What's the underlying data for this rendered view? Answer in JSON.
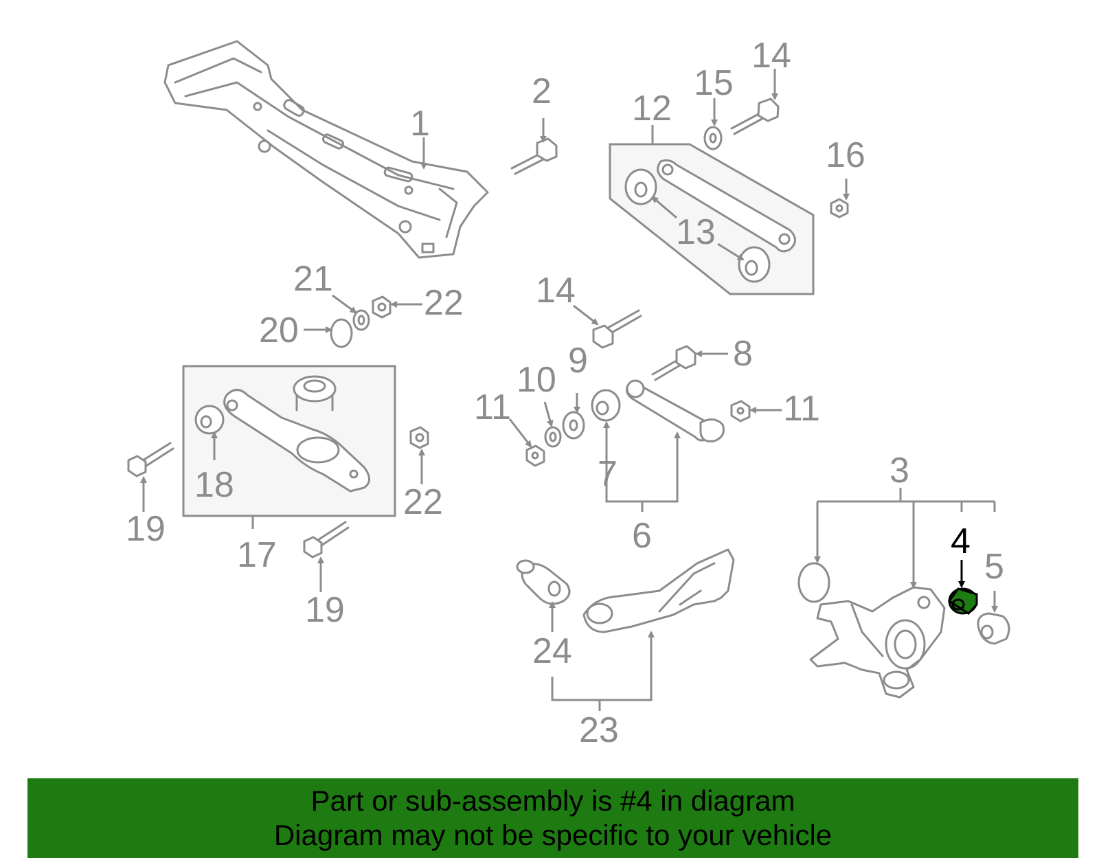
{
  "diagram": {
    "highlight_color": "#1e7b12",
    "highlighted_callout": "4",
    "callouts": {
      "c1": "1",
      "c2": "2",
      "c3": "3",
      "c4": "4",
      "c5": "5",
      "c6": "6",
      "c7": "7",
      "c8": "8",
      "c9": "9",
      "c10": "10",
      "c11a": "11",
      "c11b": "11",
      "c12": "12",
      "c13": "13",
      "c14a": "14",
      "c14b": "14",
      "c15": "15",
      "c16": "16",
      "c17": "17",
      "c18": "18",
      "c19a": "19",
      "c19b": "19",
      "c20": "20",
      "c21": "21",
      "c22a": "22",
      "c22b": "22",
      "c23": "23",
      "c24": "24"
    }
  },
  "banner": {
    "line1": "Part or sub-assembly is #4 in diagram",
    "line2": "Diagram may not be specific to your vehicle",
    "background": "#1e7b12"
  }
}
